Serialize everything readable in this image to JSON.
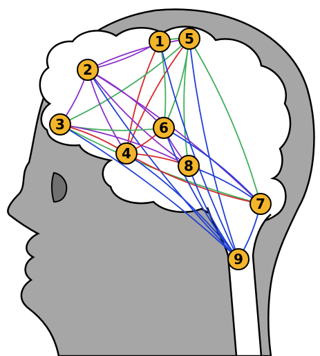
{
  "colors": {
    "head_fill": "#a6a6a6",
    "brain_fill": "#ffffff",
    "outline": "#000000",
    "node_fill": "#f3b52a",
    "purple": "#8b2fc9",
    "red": "#d7262a",
    "green": "#3fae5a",
    "blue": "#1f3fd6"
  },
  "nodes": [
    {
      "id": "1",
      "label": "1"
    },
    {
      "id": "2",
      "label": "2"
    },
    {
      "id": "3",
      "label": "3"
    },
    {
      "id": "4",
      "label": "4"
    },
    {
      "id": "5",
      "label": "5"
    },
    {
      "id": "6",
      "label": "6"
    },
    {
      "id": "7",
      "label": "7"
    },
    {
      "id": "8",
      "label": "8"
    },
    {
      "id": "9",
      "label": "9"
    }
  ],
  "edges": [
    {
      "from": "1",
      "to": "2",
      "color": "purple"
    },
    {
      "from": "1",
      "to": "4",
      "color": "red"
    },
    {
      "from": "1",
      "to": "5",
      "color": "green"
    },
    {
      "from": "5",
      "to": "2",
      "color": "purple"
    },
    {
      "from": "5",
      "to": "3",
      "color": "green"
    },
    {
      "from": "5",
      "to": "4",
      "color": "red"
    },
    {
      "from": "5",
      "to": "6",
      "color": "green"
    },
    {
      "from": "5",
      "to": "8",
      "color": "green"
    },
    {
      "from": "5",
      "to": "7",
      "color": "green"
    },
    {
      "from": "5",
      "to": "9",
      "color": "blue"
    },
    {
      "from": "2",
      "to": "3",
      "color": "purple"
    },
    {
      "from": "2",
      "to": "4",
      "color": "purple"
    },
    {
      "from": "2",
      "to": "6",
      "color": "purple"
    },
    {
      "from": "2",
      "to": "8",
      "color": "purple"
    },
    {
      "from": "2",
      "to": "7",
      "color": "purple"
    },
    {
      "from": "2",
      "to": "9",
      "color": "blue"
    },
    {
      "from": "3",
      "to": "4",
      "color": "red"
    },
    {
      "from": "3",
      "to": "6",
      "color": "green"
    },
    {
      "from": "3",
      "to": "8",
      "color": "purple"
    },
    {
      "from": "3",
      "to": "7",
      "color": "green"
    },
    {
      "from": "3",
      "to": "9",
      "color": "blue"
    },
    {
      "from": "4",
      "to": "6",
      "color": "red"
    },
    {
      "from": "4",
      "to": "8",
      "color": "red"
    },
    {
      "from": "4",
      "to": "7",
      "color": "red"
    },
    {
      "from": "4",
      "to": "9",
      "color": "blue"
    },
    {
      "from": "6",
      "to": "8",
      "color": "purple"
    },
    {
      "from": "6",
      "to": "7",
      "color": "blue"
    },
    {
      "from": "6",
      "to": "9",
      "color": "blue"
    },
    {
      "from": "8",
      "to": "7",
      "color": "blue"
    },
    {
      "from": "8",
      "to": "9",
      "color": "blue"
    },
    {
      "from": "7",
      "to": "9",
      "color": "blue"
    },
    {
      "from": "1",
      "to": "9",
      "color": "blue"
    },
    {
      "from": "1",
      "to": "6",
      "color": "green"
    }
  ]
}
